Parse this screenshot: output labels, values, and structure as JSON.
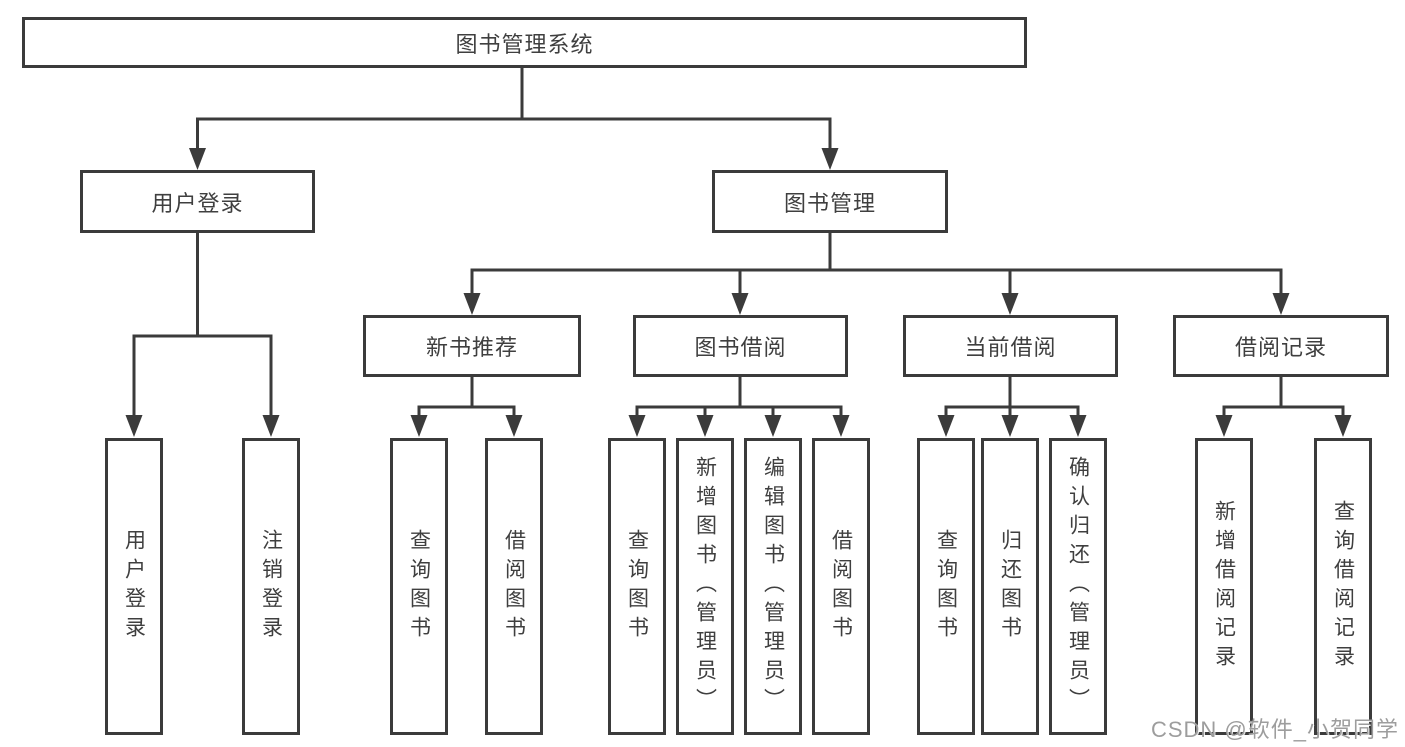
{
  "diagram": {
    "root": {
      "label": "图书管理系统"
    },
    "branches": [
      {
        "label": "用户登录",
        "children": [
          {
            "label": "用户登录"
          },
          {
            "label": "注销登录"
          }
        ]
      },
      {
        "label": "图书管理",
        "groups": [
          {
            "label": "新书推荐",
            "children": [
              {
                "label": "查询图书"
              },
              {
                "label": "借阅图书"
              }
            ]
          },
          {
            "label": "图书借阅",
            "children": [
              {
                "label": "查询图书"
              },
              {
                "label": "新增图书（管理员）"
              },
              {
                "label": "编辑图书（管理员）"
              },
              {
                "label": "借阅图书"
              }
            ]
          },
          {
            "label": "当前借阅",
            "children": [
              {
                "label": "查询图书"
              },
              {
                "label": "归还图书"
              },
              {
                "label": "确认归还（管理员）"
              }
            ]
          },
          {
            "label": "借阅记录",
            "children": [
              {
                "label": "新增借阅记录"
              },
              {
                "label": "查询借阅记录"
              }
            ]
          }
        ]
      }
    ]
  },
  "watermark": {
    "text": "CSDN @软件_小贺同学"
  },
  "colors": {
    "line": "#3b3b3b",
    "text": "#3f3f3f",
    "watermark": "#9d9d9d",
    "background": "#ffffff"
  }
}
